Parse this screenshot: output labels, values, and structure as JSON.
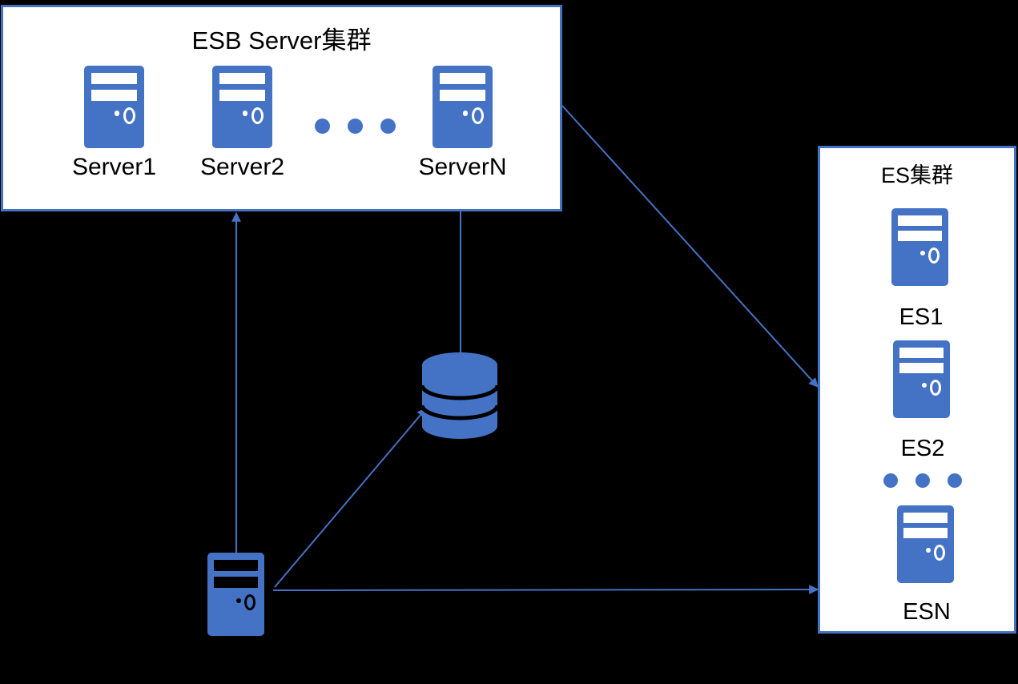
{
  "diagram": {
    "background_color": "#000000",
    "accent_color": "#4472C4",
    "panel_color": "#FFFFFF",
    "text_color": "#000000"
  },
  "esb_cluster": {
    "title": "ESB Server集群",
    "nodes": [
      {
        "label": "Server1",
        "icon": "server-icon"
      },
      {
        "label": "Server2",
        "icon": "server-icon"
      },
      {
        "label": "ServerN",
        "icon": "server-icon"
      }
    ],
    "ellipsis": {
      "icon": "ellipsis-dots",
      "count": 3
    }
  },
  "es_cluster": {
    "title": "ES集群",
    "nodes": [
      {
        "label": "ES1",
        "icon": "server-icon"
      },
      {
        "label": "ES2",
        "icon": "server-icon"
      },
      {
        "label": "ESN",
        "icon": "server-icon"
      }
    ],
    "ellipsis": {
      "icon": "ellipsis-dots",
      "count": 3
    }
  },
  "datastore": {
    "label": "",
    "icon": "database-cylinder",
    "disc_count": 3
  },
  "client": {
    "label": "",
    "icon": "server-icon"
  },
  "connections": [
    {
      "name": "client-to-esb",
      "from": "client",
      "to": "esb_cluster",
      "style": "solid-arrow"
    },
    {
      "name": "esb-to-datastore",
      "from": "esb_cluster",
      "to": "datastore",
      "style": "solid-arrow"
    },
    {
      "name": "esb-to-es",
      "from": "esb_cluster",
      "to": "es_cluster",
      "style": "solid-arrow"
    },
    {
      "name": "client-to-datastore",
      "from": "client",
      "to": "datastore",
      "style": "solid-arrow"
    },
    {
      "name": "client-to-es",
      "from": "client",
      "to": "es_cluster",
      "style": "solid-arrow"
    }
  ]
}
